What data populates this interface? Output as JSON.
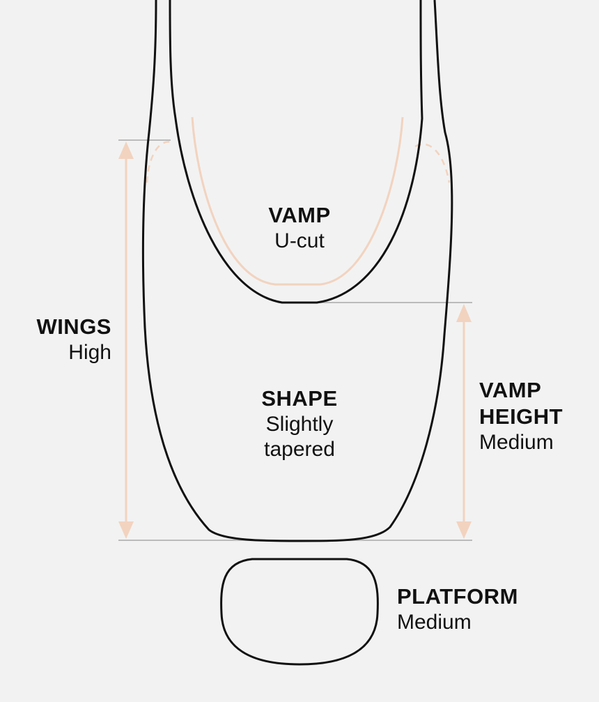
{
  "colors": {
    "background": "#f2f2f2",
    "outline": "#111111",
    "accent": "#f2d3bf",
    "guide": "#bbbbbb"
  },
  "labels": {
    "vamp": {
      "title": "VAMP",
      "value": "U-cut"
    },
    "wings": {
      "title": "WINGS",
      "value": "High"
    },
    "shape": {
      "title": "SHAPE",
      "value": "Slightly tapered"
    },
    "vamp_height": {
      "title": "VAMP HEIGHT",
      "value": "Medium"
    },
    "platform": {
      "title": "PLATFORM",
      "value": "Medium"
    }
  }
}
